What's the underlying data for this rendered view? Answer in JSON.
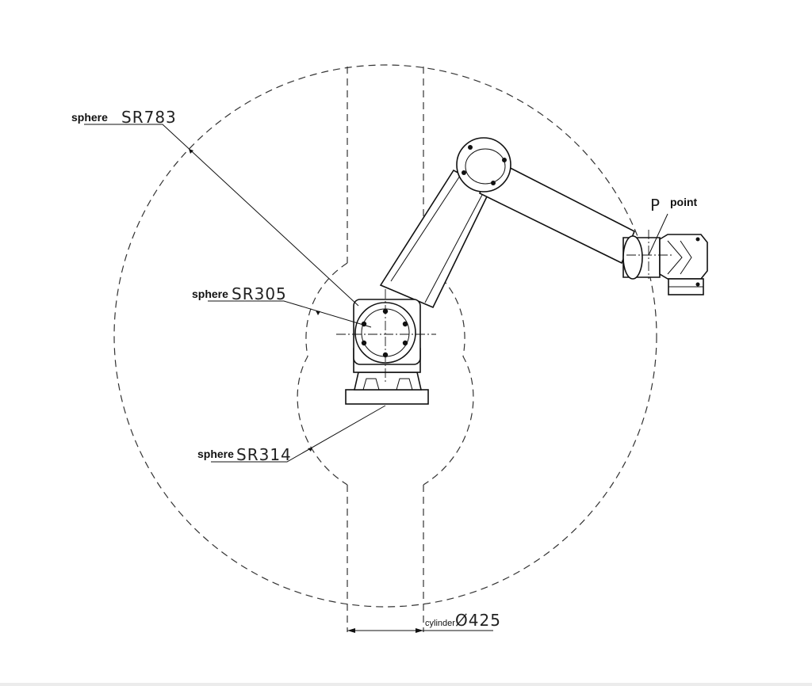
{
  "labels": {
    "sr783": {
      "prefix": "sphere",
      "value": "SR783"
    },
    "sr305": {
      "prefix": "sphere",
      "value": "SR305"
    },
    "sr314": {
      "prefix": "sphere",
      "value": "SR314"
    },
    "p": {
      "symbol": "P",
      "text": "point"
    },
    "cyl": {
      "prefix": "cylinder",
      "value": "Ø425"
    }
  },
  "colors": {
    "line": "#111111",
    "dashed": "#333333",
    "background": "#ffffff"
  }
}
